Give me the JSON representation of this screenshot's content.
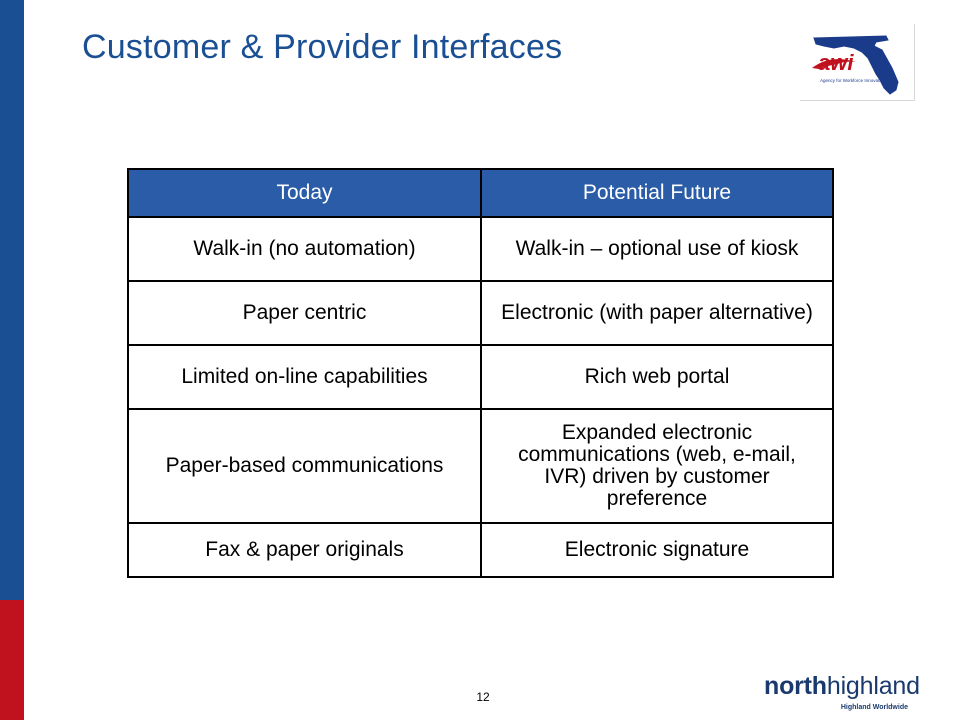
{
  "slide": {
    "title": "Customer & Provider Interfaces",
    "page_number": "12"
  },
  "logo": {
    "text": "awi",
    "caption": "Agency for Workforce Innovation",
    "icon": "florida-map-logo"
  },
  "table": {
    "headers": [
      "Today",
      "Potential Future"
    ],
    "rows": [
      [
        "Walk-in (no automation)",
        "Walk-in – optional use of kiosk"
      ],
      [
        "Paper centric",
        "Electronic (with paper alternative)"
      ],
      [
        "Limited on-line capabilities",
        "Rich web portal"
      ],
      [
        "Paper-based communications",
        "Expanded electronic communications (web, e-mail, IVR) driven by customer preference"
      ],
      [
        "Fax & paper originals",
        "Electronic signature"
      ]
    ]
  },
  "brand": {
    "north": "north",
    "highland": "highland",
    "tagline": "Highland Worldwide"
  },
  "colors": {
    "title_blue": "#1a4f94",
    "header_blue": "#2a5ca8",
    "side_blue": "#1a4f94",
    "side_red": "#c0121e",
    "logo_red": "#c0121e",
    "logo_blue": "#1a3a8a"
  }
}
